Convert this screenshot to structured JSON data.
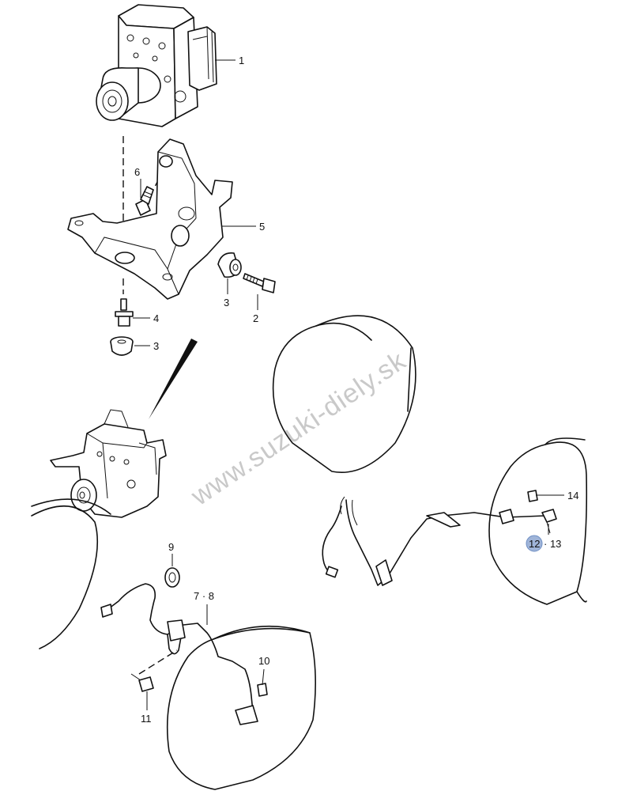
{
  "watermark": "www.suzuki-diely.sk",
  "colors": {
    "line": "#111111",
    "background": "#ffffff",
    "watermark": "#c9c9c9",
    "highlight": "#9fb4d8"
  },
  "callouts": {
    "c1": "1",
    "c2": "2",
    "c3a": "3",
    "c3b": "3",
    "c4": "4",
    "c5": "5",
    "c6": "6",
    "c7_8": "7 · 8",
    "c9": "9",
    "c10": "10",
    "c11": "11",
    "c12": "12",
    "c13": "· 13",
    "c14": "14"
  }
}
